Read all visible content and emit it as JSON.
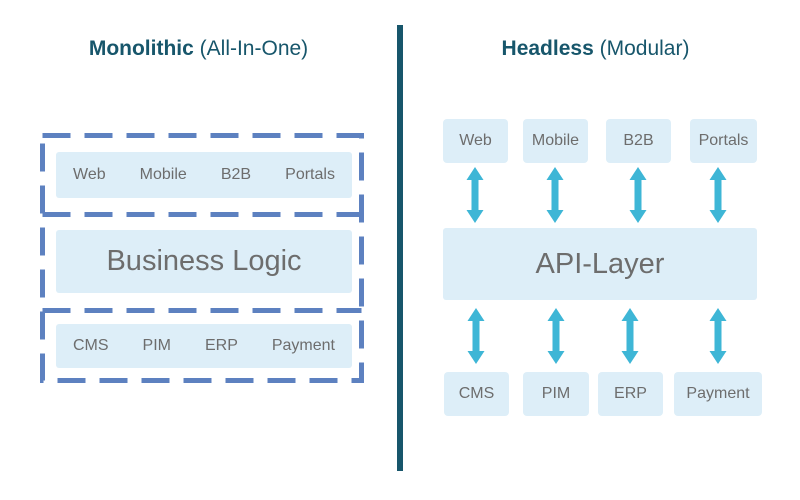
{
  "monolithic": {
    "title_bold": "Monolithic",
    "title_rest": " (All-In-One)",
    "frontends": [
      "Web",
      "Mobile",
      "B2B",
      "Portals"
    ],
    "business_logic": "Business Logic",
    "backends": [
      "CMS",
      "PIM",
      "ERP",
      "Payment"
    ]
  },
  "headless": {
    "title_bold": "Headless",
    "title_rest": " (Modular)",
    "frontends": [
      "Web",
      "Mobile",
      "B2B",
      "Portals"
    ],
    "api_layer": "API-Layer",
    "backends": [
      "CMS",
      "PIM",
      "ERP",
      "Payment"
    ]
  },
  "colors": {
    "title_teal": "#17566b",
    "divider_teal": "#17566b",
    "dashed_border_blue": "#5d81c0",
    "box_fill_light_blue": "#ddeef8",
    "box_text_gray": "#6d6d6d",
    "arrow_cyan": "#3eb6d6"
  }
}
